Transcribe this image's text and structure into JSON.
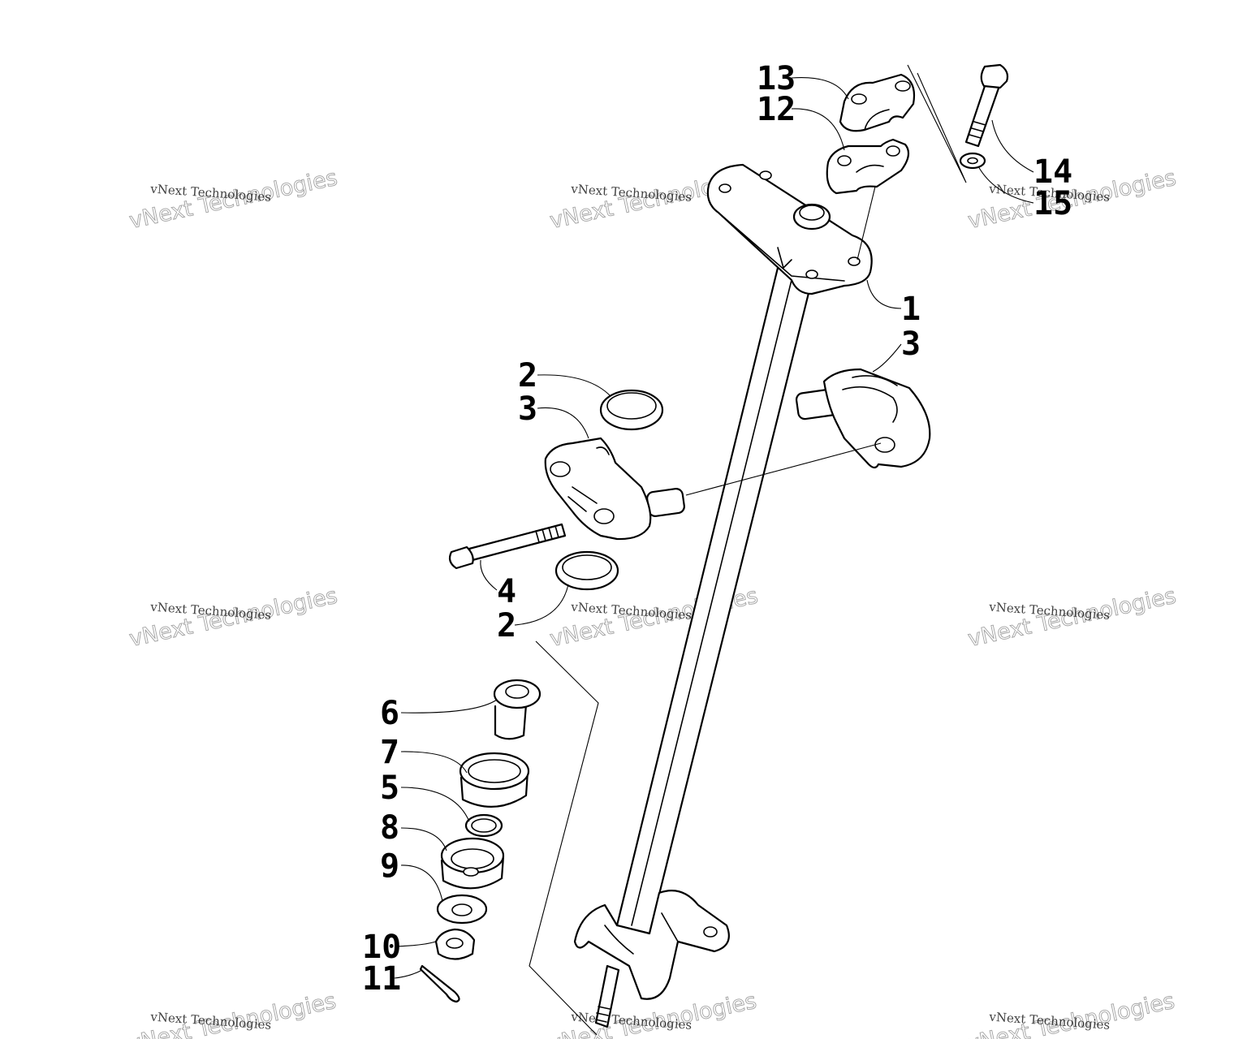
{
  "callouts": {
    "c1": "1",
    "c2a": "2",
    "c2b": "2",
    "c3a": "3",
    "c3b": "3",
    "c4": "4",
    "c5": "5",
    "c6": "6",
    "c7": "7",
    "c8": "8",
    "c9": "9",
    "c10": "10",
    "c11": "11",
    "c12": "12",
    "c13": "13",
    "c14": "14",
    "c15": "15"
  },
  "watermark": {
    "line1": "vNext Technologies",
    "line2": "vNext Technologies"
  },
  "colors": {
    "line": "#000000",
    "background": "#ffffff"
  }
}
